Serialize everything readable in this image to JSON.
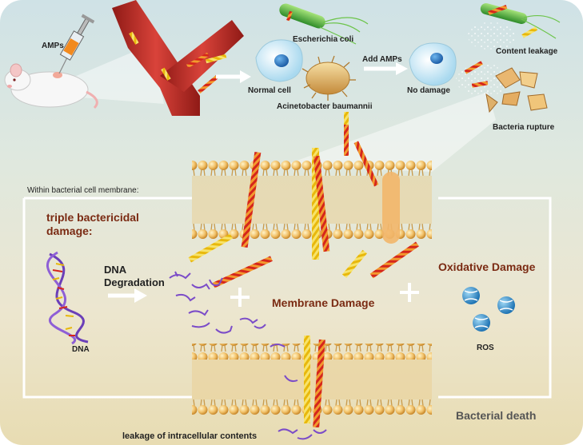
{
  "top_labels": {
    "amps": "AMPs",
    "escherichia_coli": "Escherichia coli",
    "normal_cell": "Normal cell",
    "add_amps": "Add AMPs",
    "no_damage": "No damage",
    "content_leakage": "Content leakage",
    "acinetobacter": "Acinetobacter baumannii",
    "bacteria_rupture": "Bacteria rupture"
  },
  "within_membrane": "Within bacterial cell membrane:",
  "triple_damage": "triple bactericidal damage:",
  "dna_degradation": "DNA Degradation",
  "dna": "DNA",
  "plus": "+",
  "membrane_damage": "Membrane Damage",
  "oxidative_damage": "Oxidative Damage",
  "ros": "ROS",
  "bacterial_death": "Bacterial death",
  "leakage": "leakage of intracellular contents"
}
